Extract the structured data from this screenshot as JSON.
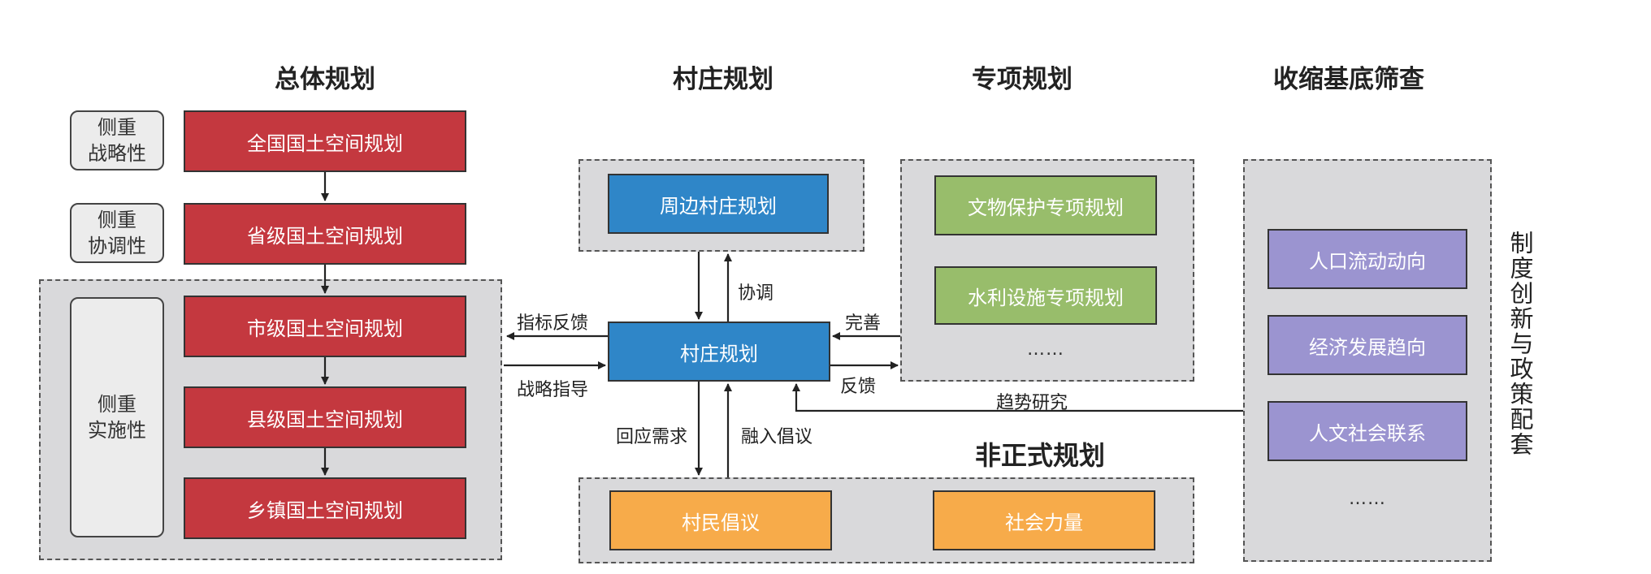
{
  "headers": {
    "overall": "总体规划",
    "village": "村庄规划",
    "special": "专项规划",
    "shrink": "收缩基底筛查",
    "informal": "非正式规划"
  },
  "tags": {
    "strategic": "侧重\n战略性",
    "coordination": "侧重\n协调性",
    "implementation": "侧重\n实施性"
  },
  "overall_boxes": [
    "全国国土空间规划",
    "省级国土空间规划",
    "市级国土空间规划",
    "县级国土空间规划",
    "乡镇国土空间规划"
  ],
  "village": {
    "surrounding": "周边村庄规划",
    "center": "村庄规划"
  },
  "special_boxes": [
    "文物保护专项规划",
    "水利设施专项规划"
  ],
  "special_more": "……",
  "informal_boxes": [
    "村民倡议",
    "社会力量"
  ],
  "shrink_boxes": [
    "人口流动动向",
    "经济发展趋向",
    "人文社会联系"
  ],
  "shrink_more": "……",
  "side_text": "制度创新与政策配套",
  "edge_labels": {
    "coordinate": "协调",
    "indicator_feedback": "指标反馈",
    "strategy_guidance": "战略指导",
    "improve": "完善",
    "feedback": "反馈",
    "trend_research": "趋势研究",
    "respond_demand": "回应需求",
    "integrate_initiative": "融入倡议"
  }
}
